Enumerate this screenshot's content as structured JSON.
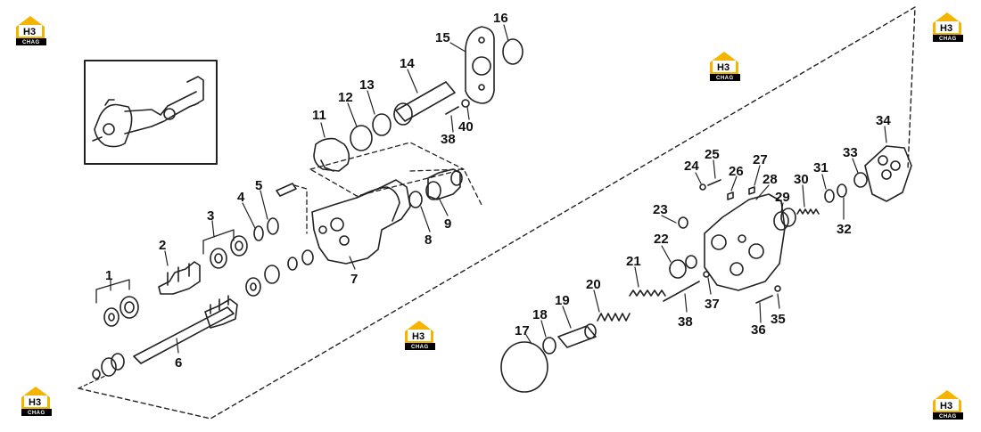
{
  "brand": {
    "logo_text": "H3",
    "logo_subtext": "CHAG",
    "logo_color": "#F5B400"
  },
  "callouts": [
    "1",
    "2",
    "3",
    "4",
    "5",
    "6",
    "7",
    "8",
    "9",
    "11",
    "12",
    "13",
    "14",
    "15",
    "16",
    "17",
    "18",
    "19",
    "20",
    "21",
    "22",
    "23",
    "24",
    "25",
    "26",
    "27",
    "28",
    "29",
    "30",
    "31",
    "32",
    "33",
    "34",
    "35",
    "36",
    "37",
    "38",
    "38",
    "40"
  ],
  "colors": {
    "line": "#222222",
    "background": "#ffffff"
  }
}
